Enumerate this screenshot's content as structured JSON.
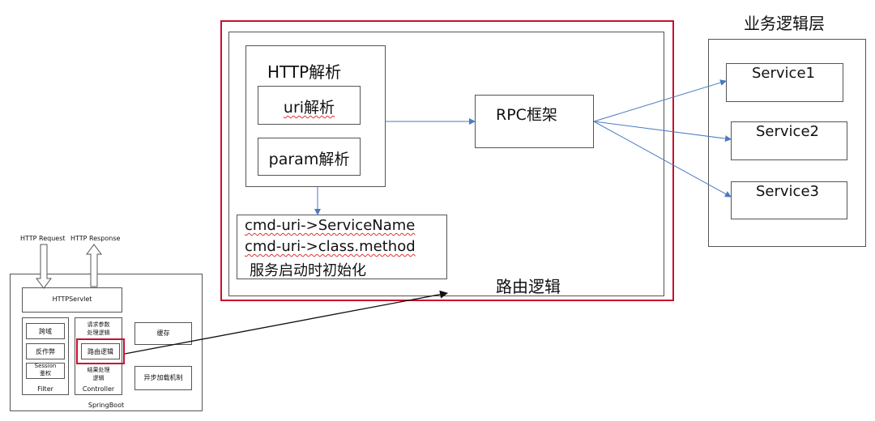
{
  "main": {
    "http_parse_label": "HTTP解析",
    "uri_parse_label": "uri解析",
    "param_parse_label": "param解析",
    "rpc_label": "RPC框架",
    "route_lines": [
      "cmd-uri->ServiceName",
      "cmd-uri->class.method",
      "服务启动时初始化"
    ],
    "route_logic_label": "路由逻辑",
    "highlight_color": "#c8102e",
    "arrow_color": "#4a7bc0"
  },
  "services": {
    "layer_title": "业务逻辑层",
    "items": [
      "Service1",
      "Service2",
      "Service3"
    ]
  },
  "springboot": {
    "http_request": "HTTP Request",
    "http_response": "HTTP Response",
    "servlet_label": "HTTPServlet",
    "filter_items": [
      "跨域",
      "反作弊",
      "Session\n鉴权"
    ],
    "filter_label": "Filter",
    "controller_items": [
      "请求参数\n处理逻辑",
      "路由逻辑",
      "结果处理\n逻辑"
    ],
    "controller_label": "Controller",
    "cache_label": "缓存",
    "async_label": "异步加载机制",
    "footer_label": "SpringBoot"
  }
}
